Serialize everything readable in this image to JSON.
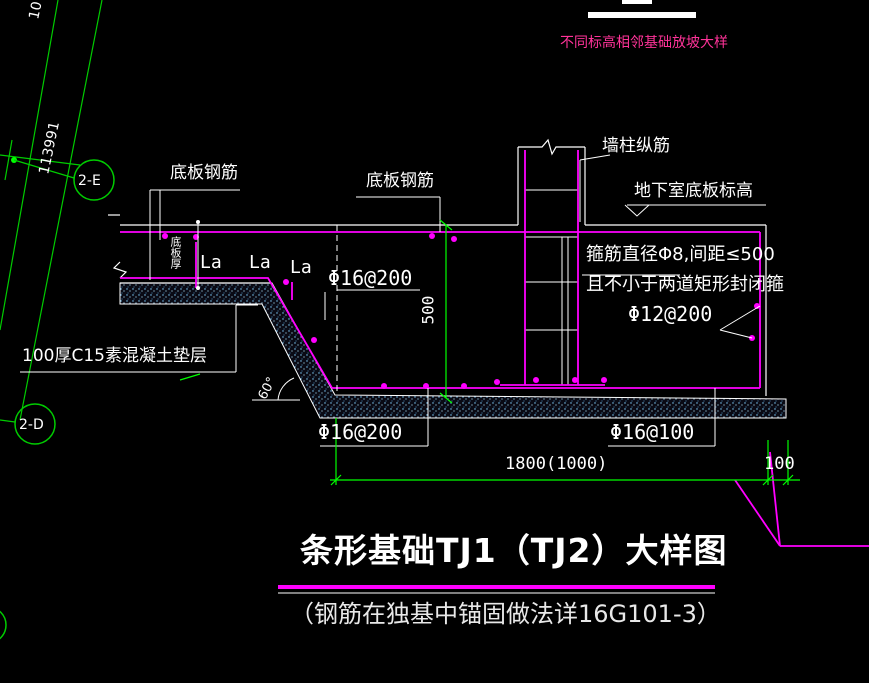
{
  "top_note": "不同标高相邻基础放坡大样",
  "top_title_fragment": "图",
  "axes": {
    "grid_e": "2-E",
    "grid_d": "2-D",
    "dim_113991": "113991",
    "dim_top": "10"
  },
  "labels": {
    "bottom_bar_left": "底板钢筋",
    "bottom_bar_mid": "底板钢筋",
    "wall_column_bar": "墙柱纵筋",
    "basement_floor_level": "地下室底板标高",
    "slab_thickness": "底板厚",
    "la_1": "La",
    "la_2": "La",
    "la_3": "La",
    "rebar_top": "Φ16@200",
    "stirrup_line1": "箍筋直径Φ8,间距≤500",
    "stirrup_line2": "且不小于两道矩形封闭箍",
    "rebar_side": "Φ12@200",
    "cushion": "100厚C15素混凝土垫层",
    "angle": "60°",
    "dim_500": "500",
    "rebar_bottom_left": "Φ16@200",
    "rebar_bottom_right": "Φ16@100",
    "dim_width": "1800(1000)",
    "dim_edge": "100"
  },
  "title": "条形基础TJ1（TJ2）大样图",
  "subtitle": "（钢筋在独基中锚固做法详16G101-3）",
  "colors": {
    "background": "#000000",
    "rebar_magenta": "#ff00ff",
    "dimension_green": "#00ff00",
    "axis_green": "#00cc00",
    "concrete_hatch": "#7fd0ff",
    "text_white": "#ffffff",
    "note_pink": "#ff3399"
  }
}
